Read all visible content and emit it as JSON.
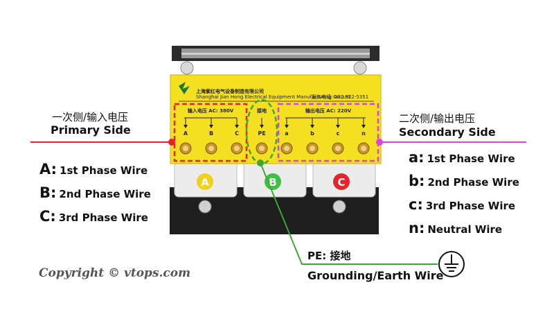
{
  "primary": {
    "label_cn": "一次侧/输入电压",
    "label_en": "Primary Side"
  },
  "secondary": {
    "label_cn": "二次侧/输出电压",
    "label_en": "Secondary Side"
  },
  "primary_legend": [
    {
      "key": "A:",
      "text": "1st Phase Wire"
    },
    {
      "key": "B:",
      "text": "2nd Phase Wire"
    },
    {
      "key": "C:",
      "text": "3rd Phase Wire"
    }
  ],
  "secondary_legend": [
    {
      "key": "a:",
      "text": "1st Phase Wire"
    },
    {
      "key": "b:",
      "text": "2nd Phase Wire"
    },
    {
      "key": "c:",
      "text": "3rd Phase Wire"
    },
    {
      "key": "n:",
      "text": "Neutral Wire"
    }
  ],
  "ground": {
    "label_cn": "PE: 接地",
    "label_en": "Grounding/Earth Wire"
  },
  "panel": {
    "company": "上海紫红电气设备制造有限公司",
    "company_en": "Shanghai Jian Hong Electrical Equipment Manufacturing Co.,Ltd.",
    "service": "服务电话: 400-822-5351",
    "input_label": "输入电压 AC: 380V",
    "ground_label": "接地",
    "output_label": "输出电压 AC: 220V",
    "input_terminals": [
      "A",
      "B",
      "C"
    ],
    "ground_terminal": "PE",
    "output_terminals": [
      "a",
      "b",
      "c",
      "n"
    ]
  },
  "coils": [
    "A",
    "B",
    "C"
  ],
  "copyright": "Copyright © vtops.com",
  "colors": {
    "primary_line": "#e8212b",
    "secondary_line": "#e040e0",
    "ground_line": "#3aa835",
    "panel": "#f4e020",
    "coil_a": "#f0d21e",
    "coil_b": "#3fbf45",
    "coil_c": "#e2262b"
  }
}
